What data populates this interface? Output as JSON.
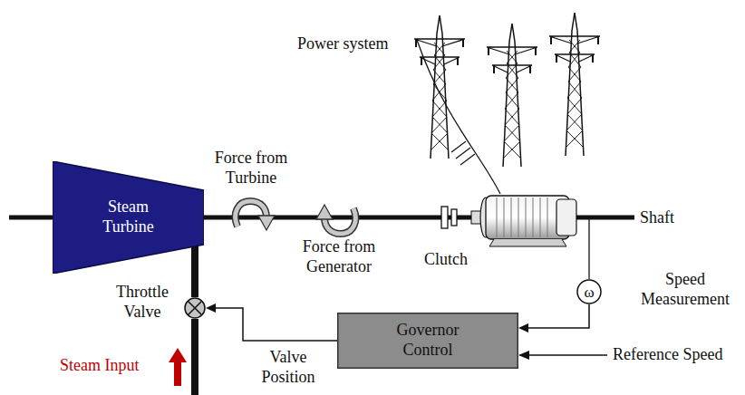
{
  "diagram": {
    "nodes": [
      {
        "text": [
          "Steam Turbine"
        ]
      },
      {
        "text": [
          "Throttle Valve"
        ]
      },
      {
        "text": [
          "Governor Control"
        ]
      },
      {
        "text": [
          "ω"
        ]
      }
    ],
    "edges": [
      {
        "from": 2,
        "to": 1,
        "arrow": "to",
        "label": "Valve Position"
      },
      {
        "from": 3,
        "to": 2,
        "arrow": "to"
      },
      {
        "from": 0,
        "to": 1,
        "arrow": "none"
      }
    ],
    "labels": [
      "Power system",
      "Force from Turbine",
      "Force from Generator",
      "Clutch",
      "Shaft",
      "Speed Measurement",
      "Reference Speed",
      "Steam Input"
    ]
  }
}
